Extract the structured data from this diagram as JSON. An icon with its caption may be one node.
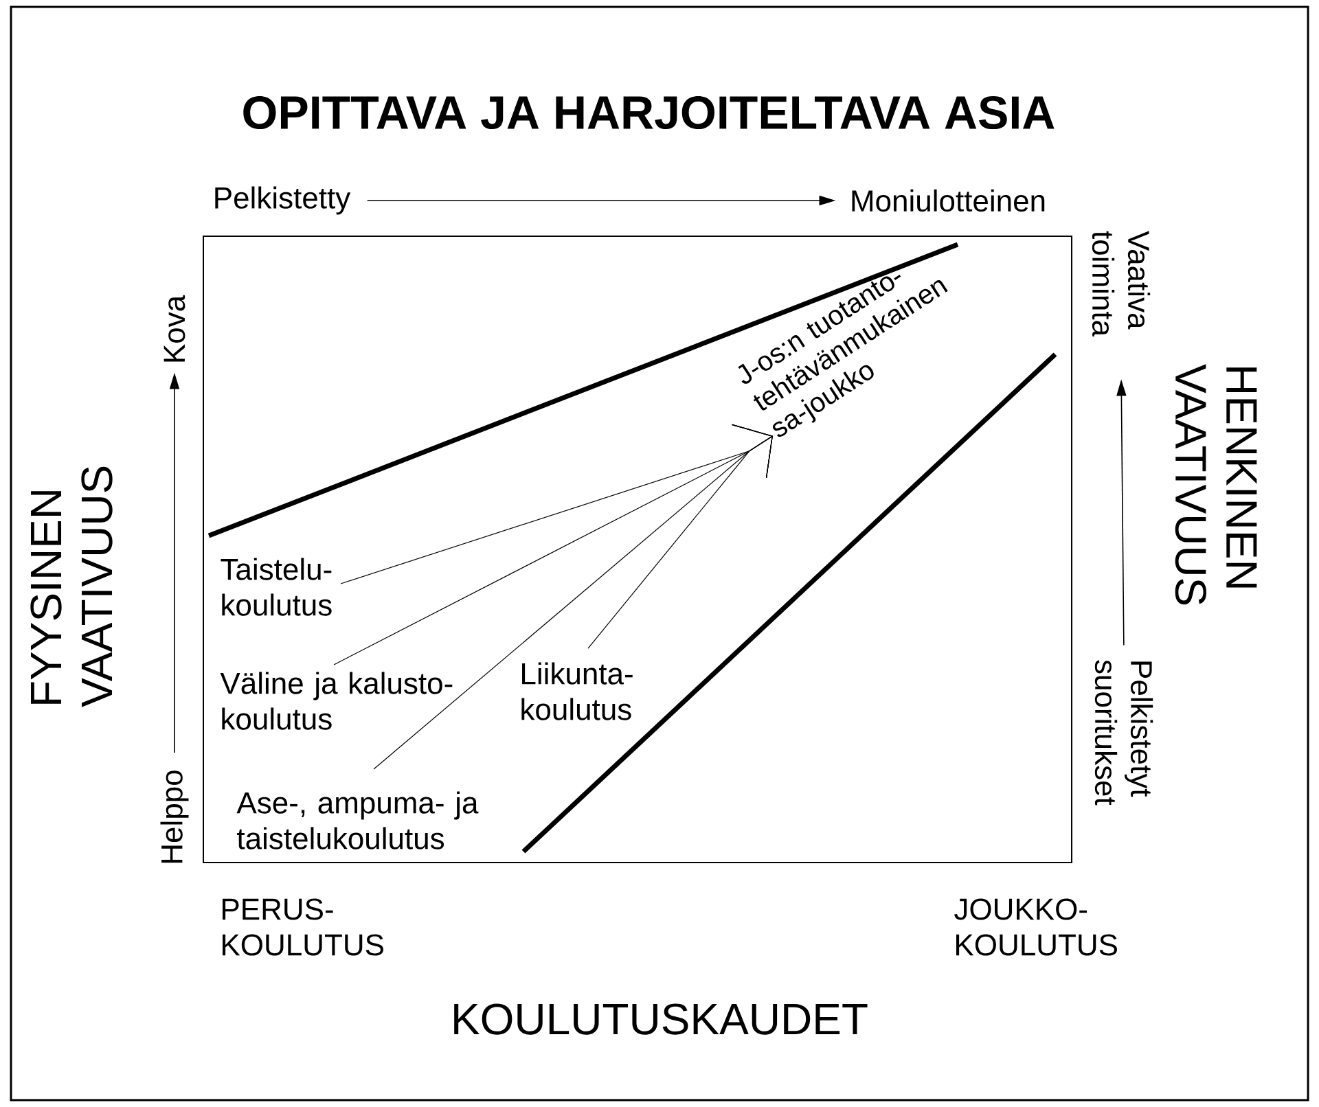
{
  "diagram": {
    "title": "OPITTAVA JA HARJOITELTAVA ASIA",
    "nodes": [
      {
        "text": [
          "Pelkistetty"
        ]
      },
      {
        "text": [
          "Moniulotteinen"
        ]
      },
      {
        "text": [
          "Kova"
        ]
      },
      {
        "text": [
          "Helppo"
        ]
      },
      {
        "text": [
          "Vaativa toiminta"
        ]
      },
      {
        "text": [
          "Pelkistetyt suoritukset"
        ]
      },
      {
        "text": [
          "J-os:n tuotanto- tehtävänmukainen sa-joukko"
        ]
      },
      {
        "text": [
          "Taistelu- koulutus"
        ]
      },
      {
        "text": [
          "Väline ja kalusto- koulutus"
        ]
      },
      {
        "text": [
          "Ase-, ampuma- ja taistelukoulutus"
        ]
      },
      {
        "text": [
          "Liikunta- koulutus"
        ]
      }
    ],
    "edges": [
      {
        "from": 0,
        "to": 1,
        "arrow": "to"
      },
      {
        "from": 3,
        "to": 2,
        "arrow": "to"
      },
      {
        "from": 5,
        "to": 4,
        "arrow": "to"
      },
      {
        "from": 7,
        "to": 6,
        "arrow": "to"
      },
      {
        "from": 8,
        "to": 6,
        "arrow": "to"
      },
      {
        "from": 9,
        "to": 6,
        "arrow": "to"
      },
      {
        "from": 10,
        "to": 6,
        "arrow": "to"
      }
    ],
    "labels": [
      "FYYSINEN VAATIVUUS",
      "HENKINEN VAATIVUUS",
      "PERUS- KOULUTUS",
      "JOUKKO- KOULUTUS",
      "KOULUTUSKAUDET"
    ]
  }
}
